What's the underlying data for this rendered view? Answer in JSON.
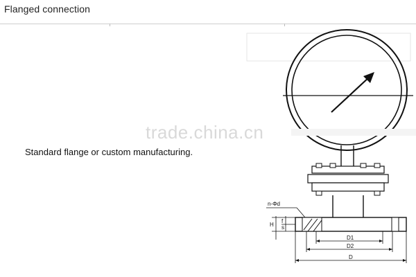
{
  "header": {
    "title": "Flanged connection"
  },
  "main": {
    "description": "Standard flange or custom manufacturing."
  },
  "watermark": {
    "text": "trade.china.cn"
  },
  "diagram": {
    "labels": {
      "n_d": "n-Φd",
      "H": "H",
      "f": "f",
      "s": "s",
      "D1": "D1",
      "D2": "D2",
      "D": "D"
    }
  }
}
